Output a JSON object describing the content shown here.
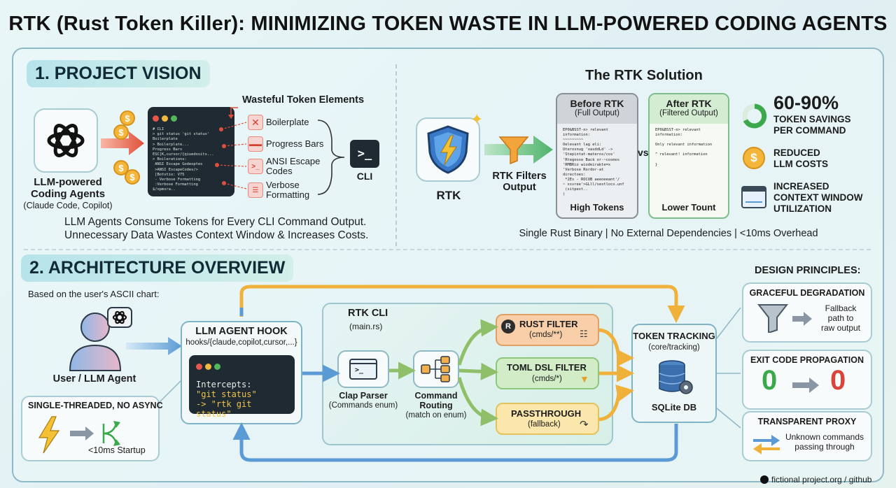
{
  "title": "RTK (Rust Token Killer): MINIMIZING TOKEN WASTE IN LLM-POWERED CODING AGENTS",
  "section1": {
    "heading": "1. PROJECT VISION",
    "agents_label": "LLM-powered\nCoding Agents",
    "agents_sub": "(Claude Code, Copilot)",
    "coin_symbol": "$",
    "terminal_lines": [
      "# CLI",
      "> git status 'git status'",
      "Boilerplate",
      "> Boilerplate...",
      "Progress Bars",
      "ESC[K,cursor/{qiuedosits...",
      "> Boilerations:",
      " ANSI Escape Godeoptes",
      " >ANSI EscapeCodes/>",
      " [Botvtio: V75",
      " - Verbose Formatting",
      " :Verbose Formatting",
      "$/xpmsra.."
    ],
    "wasteful_heading": "Wasteful Token Elements",
    "wasteful_items": [
      "Boilerplate",
      "Progress Bars",
      "ANSI Escape\nCodes",
      "Verbose\nFormatting"
    ],
    "cli_label": "CLI",
    "cli_prompt": ">_",
    "caption_line1": "LLM Agents Consume Tokens for Every CLI Command Output.",
    "caption_line2": "Unnecessary Data Wastes Context Window & Increases Costs."
  },
  "solution": {
    "heading": "The RTK Solution",
    "rtk_label": "RTK",
    "filter_label": "RTK Filters\nOutput",
    "before_title": "Before RTK",
    "before_sub": "(Full Output)",
    "before_lines": [
      "EP0&BSST-n> relevant",
      "information:",
      "~~~~~~~~~",
      "Oelevant lag eli:",
      "Uterosnug 'oasddLd' ->",
      "'Stepintat-materos/cos'",
      "'Rtegoose Back or-~cosmos",
      "'RMBRio wiodeirakte=x",
      "'Verbose Rordor-at",
      "directoes:",
      " *2Es - ROCOB aeeoeeant'/",
      "~ xsvree'>GLll/sestlocx.unf",
      " (sitpext..",
      ")"
    ],
    "before_footer": "High Tokens",
    "vs": "vs",
    "after_title": "After RTK",
    "after_sub": "(Filtered Output)",
    "after_lines": [
      "EP0&BSST-n> relevant",
      "information:",
      "",
      "Only relevant information",
      "",
      "^ relevant! information",
      "",
      "}"
    ],
    "after_footer": "Lower Tount",
    "benefit1_big": "60-90%",
    "benefit1_text": "TOKEN SAVINGS\nPER COMMAND",
    "benefit2_text": "REDUCED\nLLM COSTS",
    "benefit3_text": "INCREASED\nCONTEXT WINDOW\nUTILIZATION",
    "footer": "Single Rust Binary | No External Dependencies | <10ms Overhead"
  },
  "section2": {
    "heading": "2. ARCHITECTURE OVERVIEW",
    "based_on": "Based on the user's ASCII chart:",
    "user_label": "User / LLM Agent",
    "single_thread_title": "SINGLE-THREADED, NO ASYNC",
    "startup": "<10ms Startup",
    "hook_title": "LLM AGENT HOOK",
    "hook_sub": "hooks/{claude,copilot,cursor,...}",
    "hook_term_line1": "Intercepts:",
    "hook_term_line2": "\"git status\"",
    "hook_term_line3": "-> \"rtk git status\"",
    "cli_title": "RTK CLI",
    "cli_sub": "(main.rs)",
    "clap_title": "Clap Parser",
    "clap_sub": "(Commands enum)",
    "routing_title": "Command\nRouting",
    "routing_sub": "(match on enum)",
    "rust_filter": "RUST FILTER",
    "rust_filter_sub": "(cmds/**)",
    "toml_filter": "TOML DSL FILTER",
    "toml_filter_sub": "(cmds/*)",
    "passthrough": "PASSTHROUGH",
    "passthrough_sub": "(fallback)",
    "tracking_title": "TOKEN TRACKING",
    "tracking_sub": "(core/tracking)",
    "db_label": "SQLite DB",
    "principles_heading": "DESIGN PRINCIPLES:",
    "p1_title": "GRACEFUL DEGRADATION",
    "p1_text": "Fallback\npath to\nraw output",
    "p2_title": "EXIT CODE PROPAGATION",
    "p2_left": "0",
    "p2_right": "0",
    "p3_title": "TRANSPARENT PROXY",
    "p3_text": "Unknown commands\npassing through"
  },
  "credit": "fictional project.org / github",
  "colors": {
    "accent_teal": "#8fb9c6",
    "rust_orange": "#f7c9a3",
    "toml_green": "#cfe9c4",
    "passthrough_yellow": "#fbe7a8",
    "exit_green": "#3aa84b",
    "exit_red": "#d9453b"
  }
}
